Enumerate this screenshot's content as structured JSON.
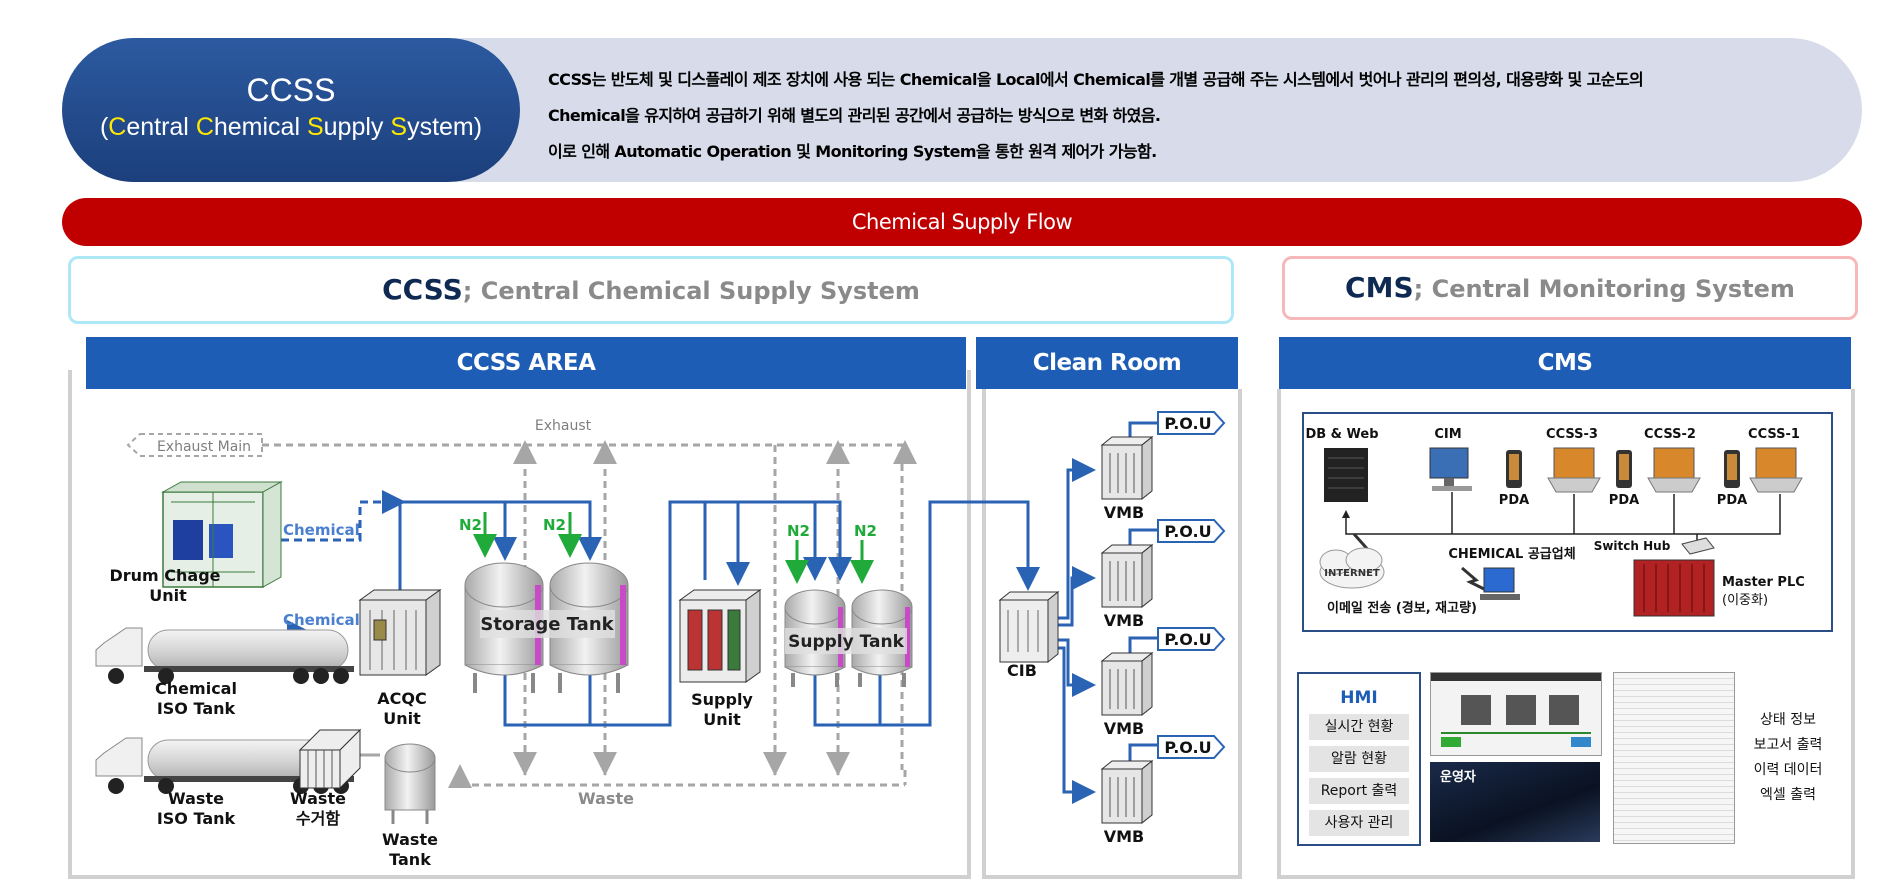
{
  "header": {
    "title": "CCSS",
    "subtitle_parts": [
      "(",
      "C",
      "entral ",
      "C",
      "hemical ",
      "S",
      "upply ",
      "S",
      "ystem)"
    ],
    "description_lines": [
      "CCSS는 반도체 및 디스플레이 제조 장치에 사용 되는 Chemical을 Local에서 Chemical를 개별 공급해 주는 시스템에서 벗어나 관리의 편의성, 대용량화 및 고순도의",
      "Chemical을 유지하여 공급하기 위해 별도의 관리된 공간에서 공급하는 방식으로 변화 하였음.",
      "이로 인해 Automatic Operation 및 Monitoring System을 통한 원격 제어가 가능함."
    ]
  },
  "flow_bar": "Chemical Supply Flow",
  "sections": {
    "ccss_abbr": "CCSS",
    "ccss_full": "; Central Chemical Supply System",
    "cms_abbr": "CMS",
    "cms_full": "; Central Monitoring System"
  },
  "area_headers": {
    "ccss_area": "CCSS AREA",
    "clean_room": "Clean Room",
    "cms": "CMS"
  },
  "ccss_diagram": {
    "exhaust_main": "Exhaust Main",
    "exhaust": "Exhaust",
    "waste_line": "Waste",
    "chemical_1": "Chemical",
    "chemical_2": "Chemical",
    "n2_ret": "N2",
    "n2": "N2",
    "drum_charge": [
      "Drum Chage",
      "Unit"
    ],
    "chemical_iso": [
      "Chemical",
      "ISO Tank"
    ],
    "waste_iso": [
      "Waste",
      "ISO Tank"
    ],
    "waste_bin": [
      "Waste",
      "수거함"
    ],
    "acqc": [
      "ACQC",
      "Unit"
    ],
    "waste_tank": [
      "Waste",
      "Tank"
    ],
    "storage_tank": "Storage Tank",
    "supply_unit": [
      "Supply",
      "Unit"
    ],
    "supply_tank": "Supply Tank",
    "cib": "CIB",
    "vmb": "VMB",
    "pou": "P.O.U"
  },
  "cms_diagram": {
    "db_web": "DB & Web",
    "cim": "CIM",
    "ccss3": "CCSS-3",
    "ccss2": "CCSS-2",
    "ccss1": "CCSS-1",
    "pda": "PDA",
    "internet": "INTERNET",
    "chemical_vendor": "CHEMICAL 공급업체",
    "switch_hub": "Switch Hub",
    "master_plc": "Master PLC",
    "master_plc_sub": "(이중화)",
    "email": "이메일 전송 (경보, 재고량)",
    "operator": "운영자",
    "hmi_title": "HMI",
    "hmi_items": [
      "실시간 현황",
      "알람 현황",
      "Report 출력",
      "사용자 관리"
    ],
    "report_items": [
      "상태 정보",
      "보고서 출력",
      "이력 데이터",
      "엑셀 출력"
    ]
  },
  "colors": {
    "navy": "#1c3f7c",
    "header_band": "#d8dcea",
    "flow_red": "#c00000",
    "area_blue": "#1d5db5",
    "pipe_blue": "#2a62b4",
    "n2_green": "#1faa3a",
    "waste_gray": "#a6a6a6"
  }
}
